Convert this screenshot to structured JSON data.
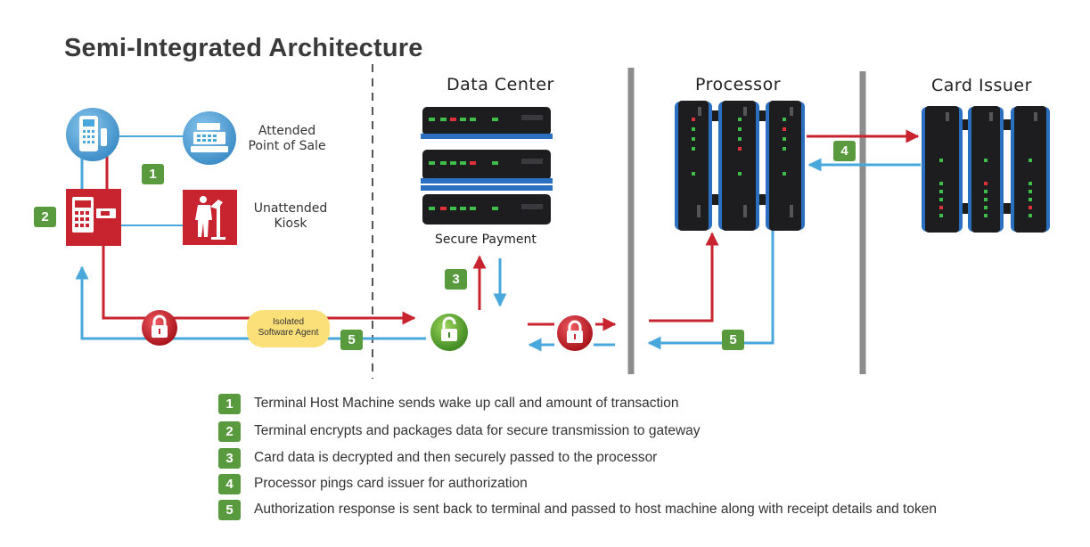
{
  "title": "Semi-Integrated Architecture",
  "sections": {
    "data_center": "Data Center",
    "processor": "Processor",
    "card_issuer": "Card Issuer"
  },
  "labels": {
    "attended_pos": [
      "Attended",
      "Point of Sale"
    ],
    "unattended_kiosk": [
      "Unattended",
      "Kiosk"
    ],
    "secure_payment": "Secure Payment",
    "agent": [
      "Isolated",
      "Software Agent"
    ]
  },
  "badges": {
    "one": "1",
    "two": "2",
    "three": "3",
    "four": "4",
    "five_a": "5",
    "five_b": "5"
  },
  "legend": [
    {
      "num": "1",
      "text": "Terminal Host Machine sends wake up call and amount of transaction"
    },
    {
      "num": "2",
      "text": "Terminal encrypts and packages data for secure transmission to gateway"
    },
    {
      "num": "3",
      "text": "Card data is decrypted and then securely passed to the processor"
    },
    {
      "num": "4",
      "text": "Processor pings card issuer for authorization"
    },
    {
      "num": "5",
      "text": "Authorization response is sent back to terminal and passed to host machine along with receipt details and token"
    }
  ],
  "colors": {
    "red": "#c8242f",
    "blue": "#48a8dc",
    "green_badge": "#5a9a3f",
    "server_blue": "#2a6fc0",
    "divider": "#8d8d8d",
    "agent_yellow": "#fbe07a"
  },
  "icons": {
    "terminal": "payment-terminal-icon",
    "register": "cash-register-icon",
    "kiosk": "kiosk-icon",
    "lock_closed": "padlock-closed-icon",
    "lock_open": "padlock-open-icon"
  }
}
